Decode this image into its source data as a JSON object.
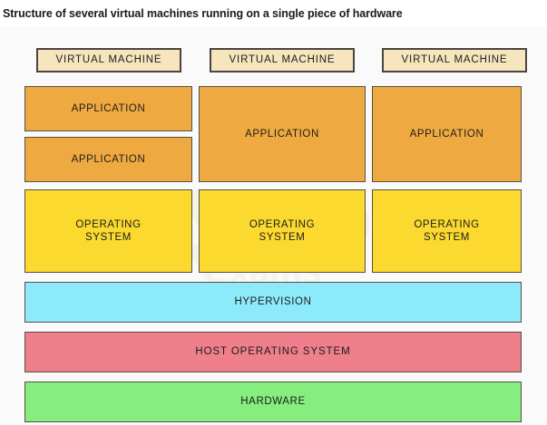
{
  "page": {
    "title": "Structure of several virtual machines running on a single piece of hardware",
    "background": "#fafafa",
    "watermark": "Save My Exams"
  },
  "colors": {
    "vm_label_fill": "#f6e5bd",
    "application_fill": "#eeaa40",
    "operating_system_fill": "#fbd92f",
    "hypervision_fill": "#8ceafb",
    "host_os_fill": "#ee7f8b",
    "hardware_fill": "#85ee7e",
    "border": "#555048",
    "text": "#1d1d1d"
  },
  "diagram": {
    "type": "layered-block-diagram",
    "columns": [
      {
        "id": "vm-1",
        "vm_label": "VIRTUAL MACHINE",
        "applications": [
          "APPLICATION",
          "APPLICATION"
        ],
        "operating_system": "OPERATING\nSYSTEM"
      },
      {
        "id": "vm-2",
        "vm_label": "VIRTUAL MACHINE",
        "applications": [
          "APPLICATION"
        ],
        "operating_system": "OPERATING\nSYSTEM"
      },
      {
        "id": "vm-3",
        "vm_label": "VIRTUAL MACHINE",
        "applications": [
          "APPLICATION"
        ],
        "operating_system": "OPERATING\nSYSTEM"
      }
    ],
    "shared_layers": [
      {
        "id": "hypervision",
        "label": "HYPERVISION"
      },
      {
        "id": "host-operating-system",
        "label": "HOST OPERATING SYSTEM"
      },
      {
        "id": "hardware",
        "label": "HARDWARE"
      }
    ]
  }
}
